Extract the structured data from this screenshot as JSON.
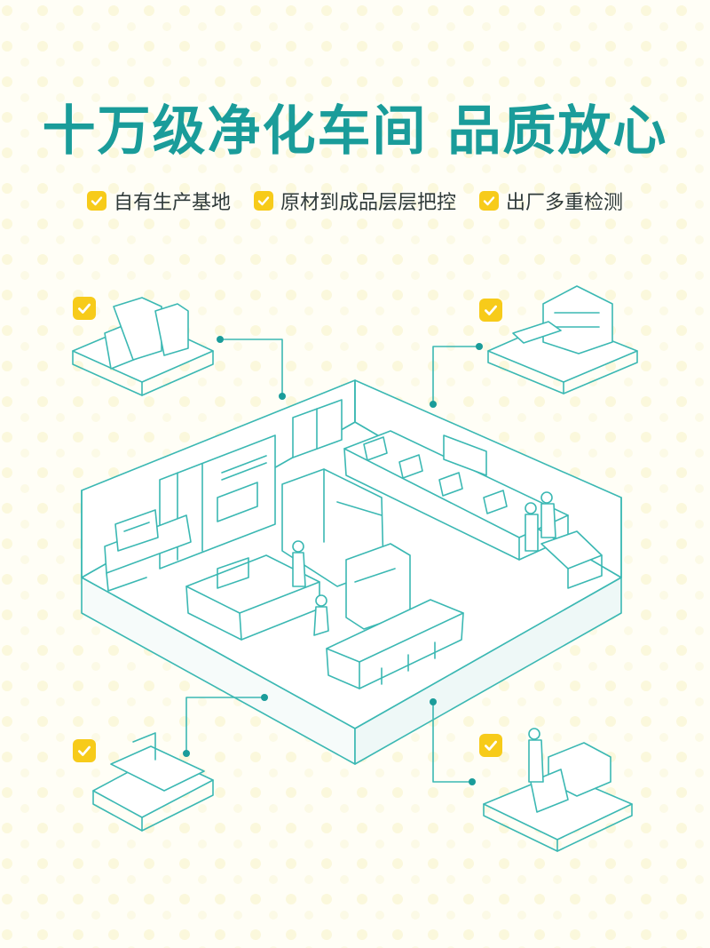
{
  "header": {
    "title": "十万级净化车间 品质放心",
    "features": [
      {
        "label": "自有生产基地",
        "icon": "check-icon"
      },
      {
        "label": "原材到成品层层把控",
        "icon": "check-icon"
      },
      {
        "label": "出厂多重检测",
        "icon": "check-icon"
      }
    ]
  },
  "colors": {
    "accent": "#1a9c9a",
    "line": "#3bb8b3",
    "check_bg": "#f7cb1a",
    "background": "#fffef6"
  }
}
